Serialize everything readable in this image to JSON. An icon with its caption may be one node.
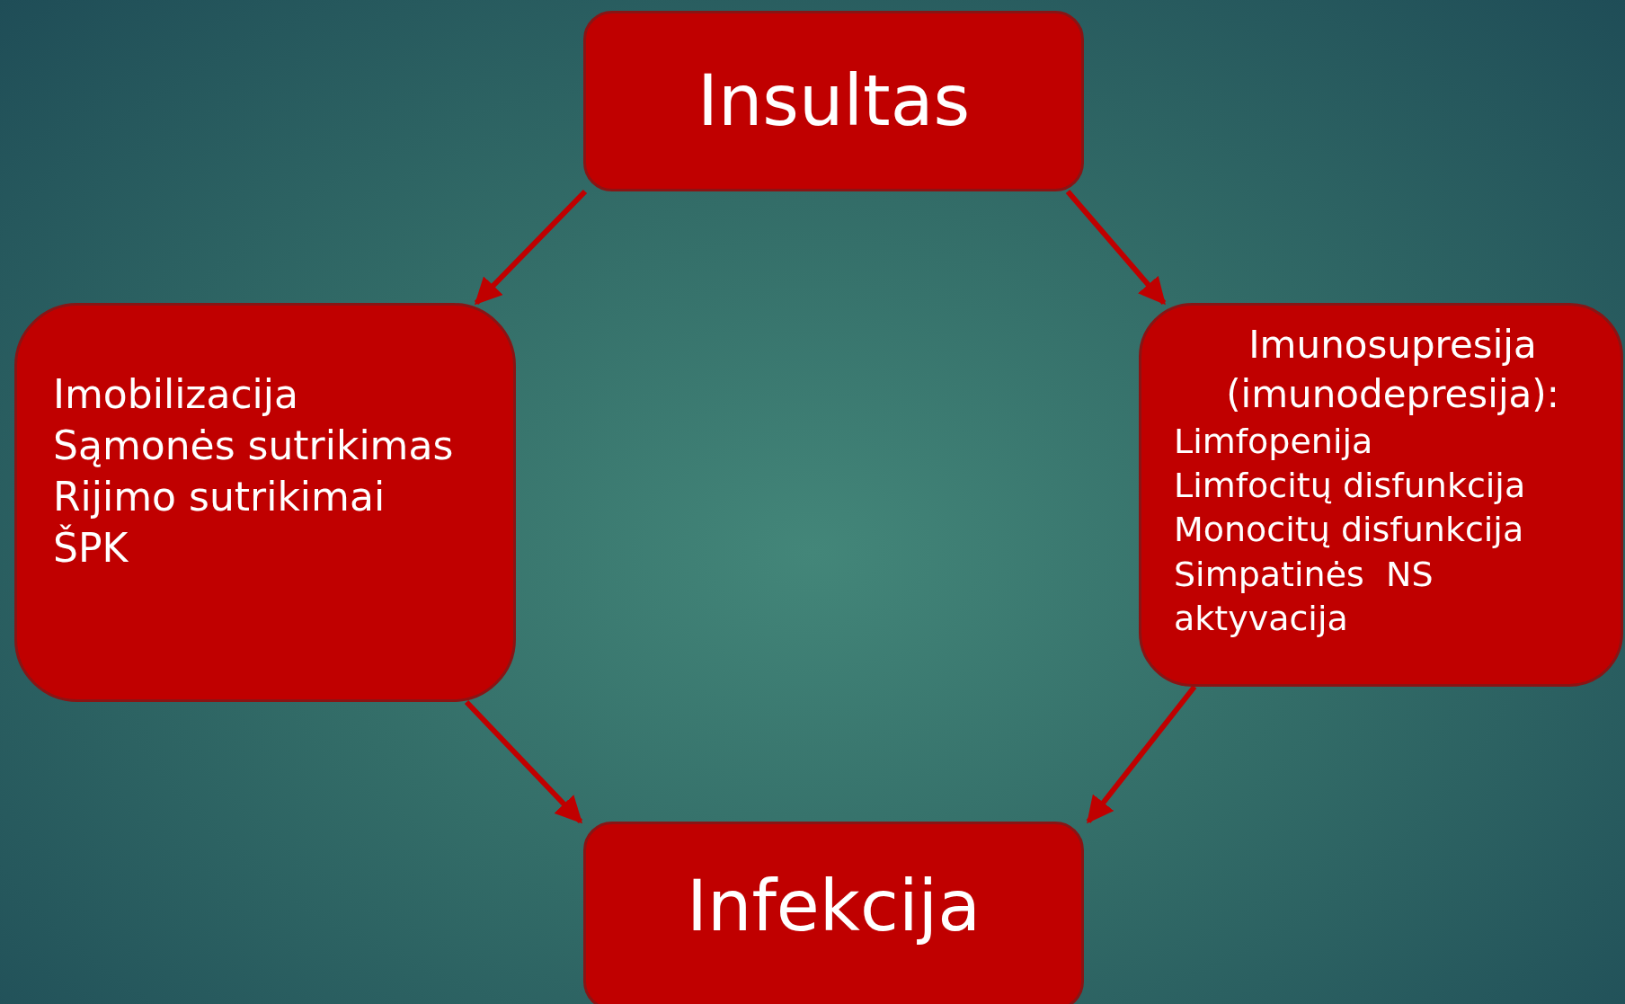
{
  "diagram": {
    "nodes": [
      {
        "text": [
          "Insultas"
        ]
      },
      {
        "text": [
          "Imobilizacija",
          "Sąmonės sutrikimas",
          "Rijimo sutrikimai",
          "ŠPK"
        ]
      },
      {
        "text": [
          "Imunosupresija (imunodepresija):",
          "Limfopenija",
          "Limfocitų disfunkcija",
          "Monocitų disfunkcija",
          "Simpatinės  NS aktyvacija"
        ]
      },
      {
        "text": [
          "Infekcija"
        ]
      }
    ],
    "edges": [
      {
        "from": 0,
        "to": 1,
        "arrow": "to"
      },
      {
        "from": 0,
        "to": 2,
        "arrow": "to"
      },
      {
        "from": 1,
        "to": 3,
        "arrow": "to"
      },
      {
        "from": 2,
        "to": 3,
        "arrow": "to"
      }
    ]
  }
}
